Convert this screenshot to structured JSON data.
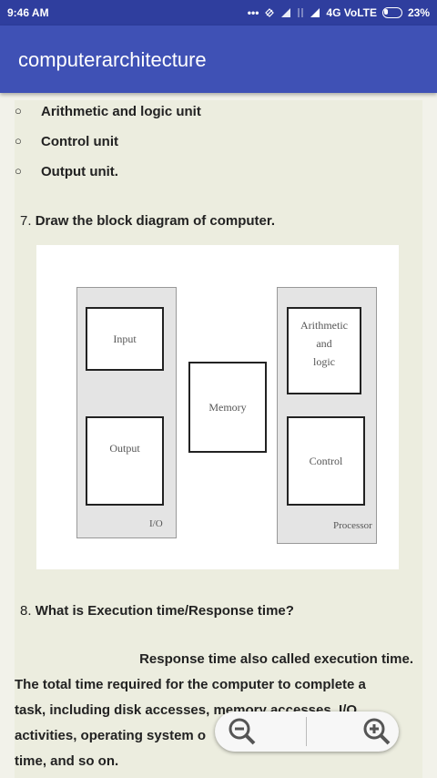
{
  "status": {
    "time": "9:46 AM",
    "icons": [
      "more-dots-icon",
      "mute-icon",
      "signal-icon",
      "data-icon",
      "signal-icon"
    ],
    "network": "4G VoLTE",
    "battery": "23%"
  },
  "app": {
    "title": "computerarchitecture",
    "bar_color": "#3f51b5"
  },
  "bullets": [
    "Arithmetic and logic unit",
    "Control unit",
    "Output unit."
  ],
  "q7": {
    "num": "7. ",
    "text": "Draw the block diagram of computer."
  },
  "diagram": {
    "input": "Input",
    "output": "Output",
    "memory": "Memory",
    "alu": [
      "Arithmetic",
      "and",
      "logic"
    ],
    "control": "Control",
    "io": "I/O",
    "processor": "Processor"
  },
  "q8": {
    "num": "8. ",
    "text": "What is Execution time/Response time?"
  },
  "answer": {
    "line1": "Response time also called execution time.",
    "line2": "The total time required for the computer to complete a",
    "line3": "task, including disk accesses, memory accesses, I/O",
    "line4": "activities, operating system o",
    "line5": "time, and so on."
  },
  "zoom": {
    "out_icon": "zoom-out-icon",
    "in_icon": "zoom-in-icon"
  }
}
